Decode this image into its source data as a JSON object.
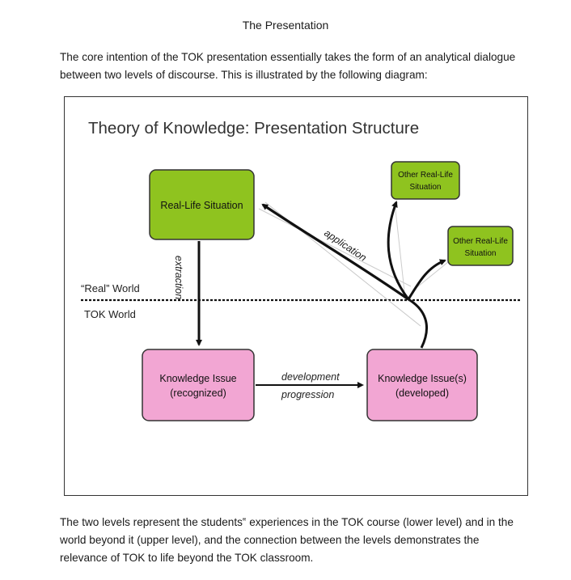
{
  "document": {
    "heading": "The Presentation",
    "intro": "The core intention of the TOK presentation essentially takes the form of an analytical dialogue between two levels of discourse. This is illustrated by the following diagram:",
    "outro": "The two levels represent the students‟ experiences in the TOK course (lower level) and in the world beyond it (upper level), and the connection between the levels demonstrates the relevance of TOK to life beyond the TOK classroom."
  },
  "diagram": {
    "title": "Theory of Knowledge: Presentation Structure",
    "real_world_label": "“Real” World",
    "tok_world_label": "TOK World",
    "real_life_situation": "Real-Life Situation",
    "other_situation_1_line1": "Other Real-Life",
    "other_situation_1_line2": "Situation",
    "other_situation_2_line1": "Other Real-Life",
    "other_situation_2_line2": "Situation",
    "knowledge_issue_recognized_line1": "Knowledge Issue",
    "knowledge_issue_recognized_line2": "(recognized)",
    "knowledge_issue_developed_line1": "Knowledge Issue(s)",
    "knowledge_issue_developed_line2": "(developed)",
    "extraction_label": "extraction",
    "development_label": "development",
    "progression_label": "progression",
    "application_label": "application",
    "colors": {
      "green_box": "#8fc31f",
      "pink_box": "#f2a6d3",
      "box_border": "#333333",
      "arrow": "#111111"
    }
  }
}
